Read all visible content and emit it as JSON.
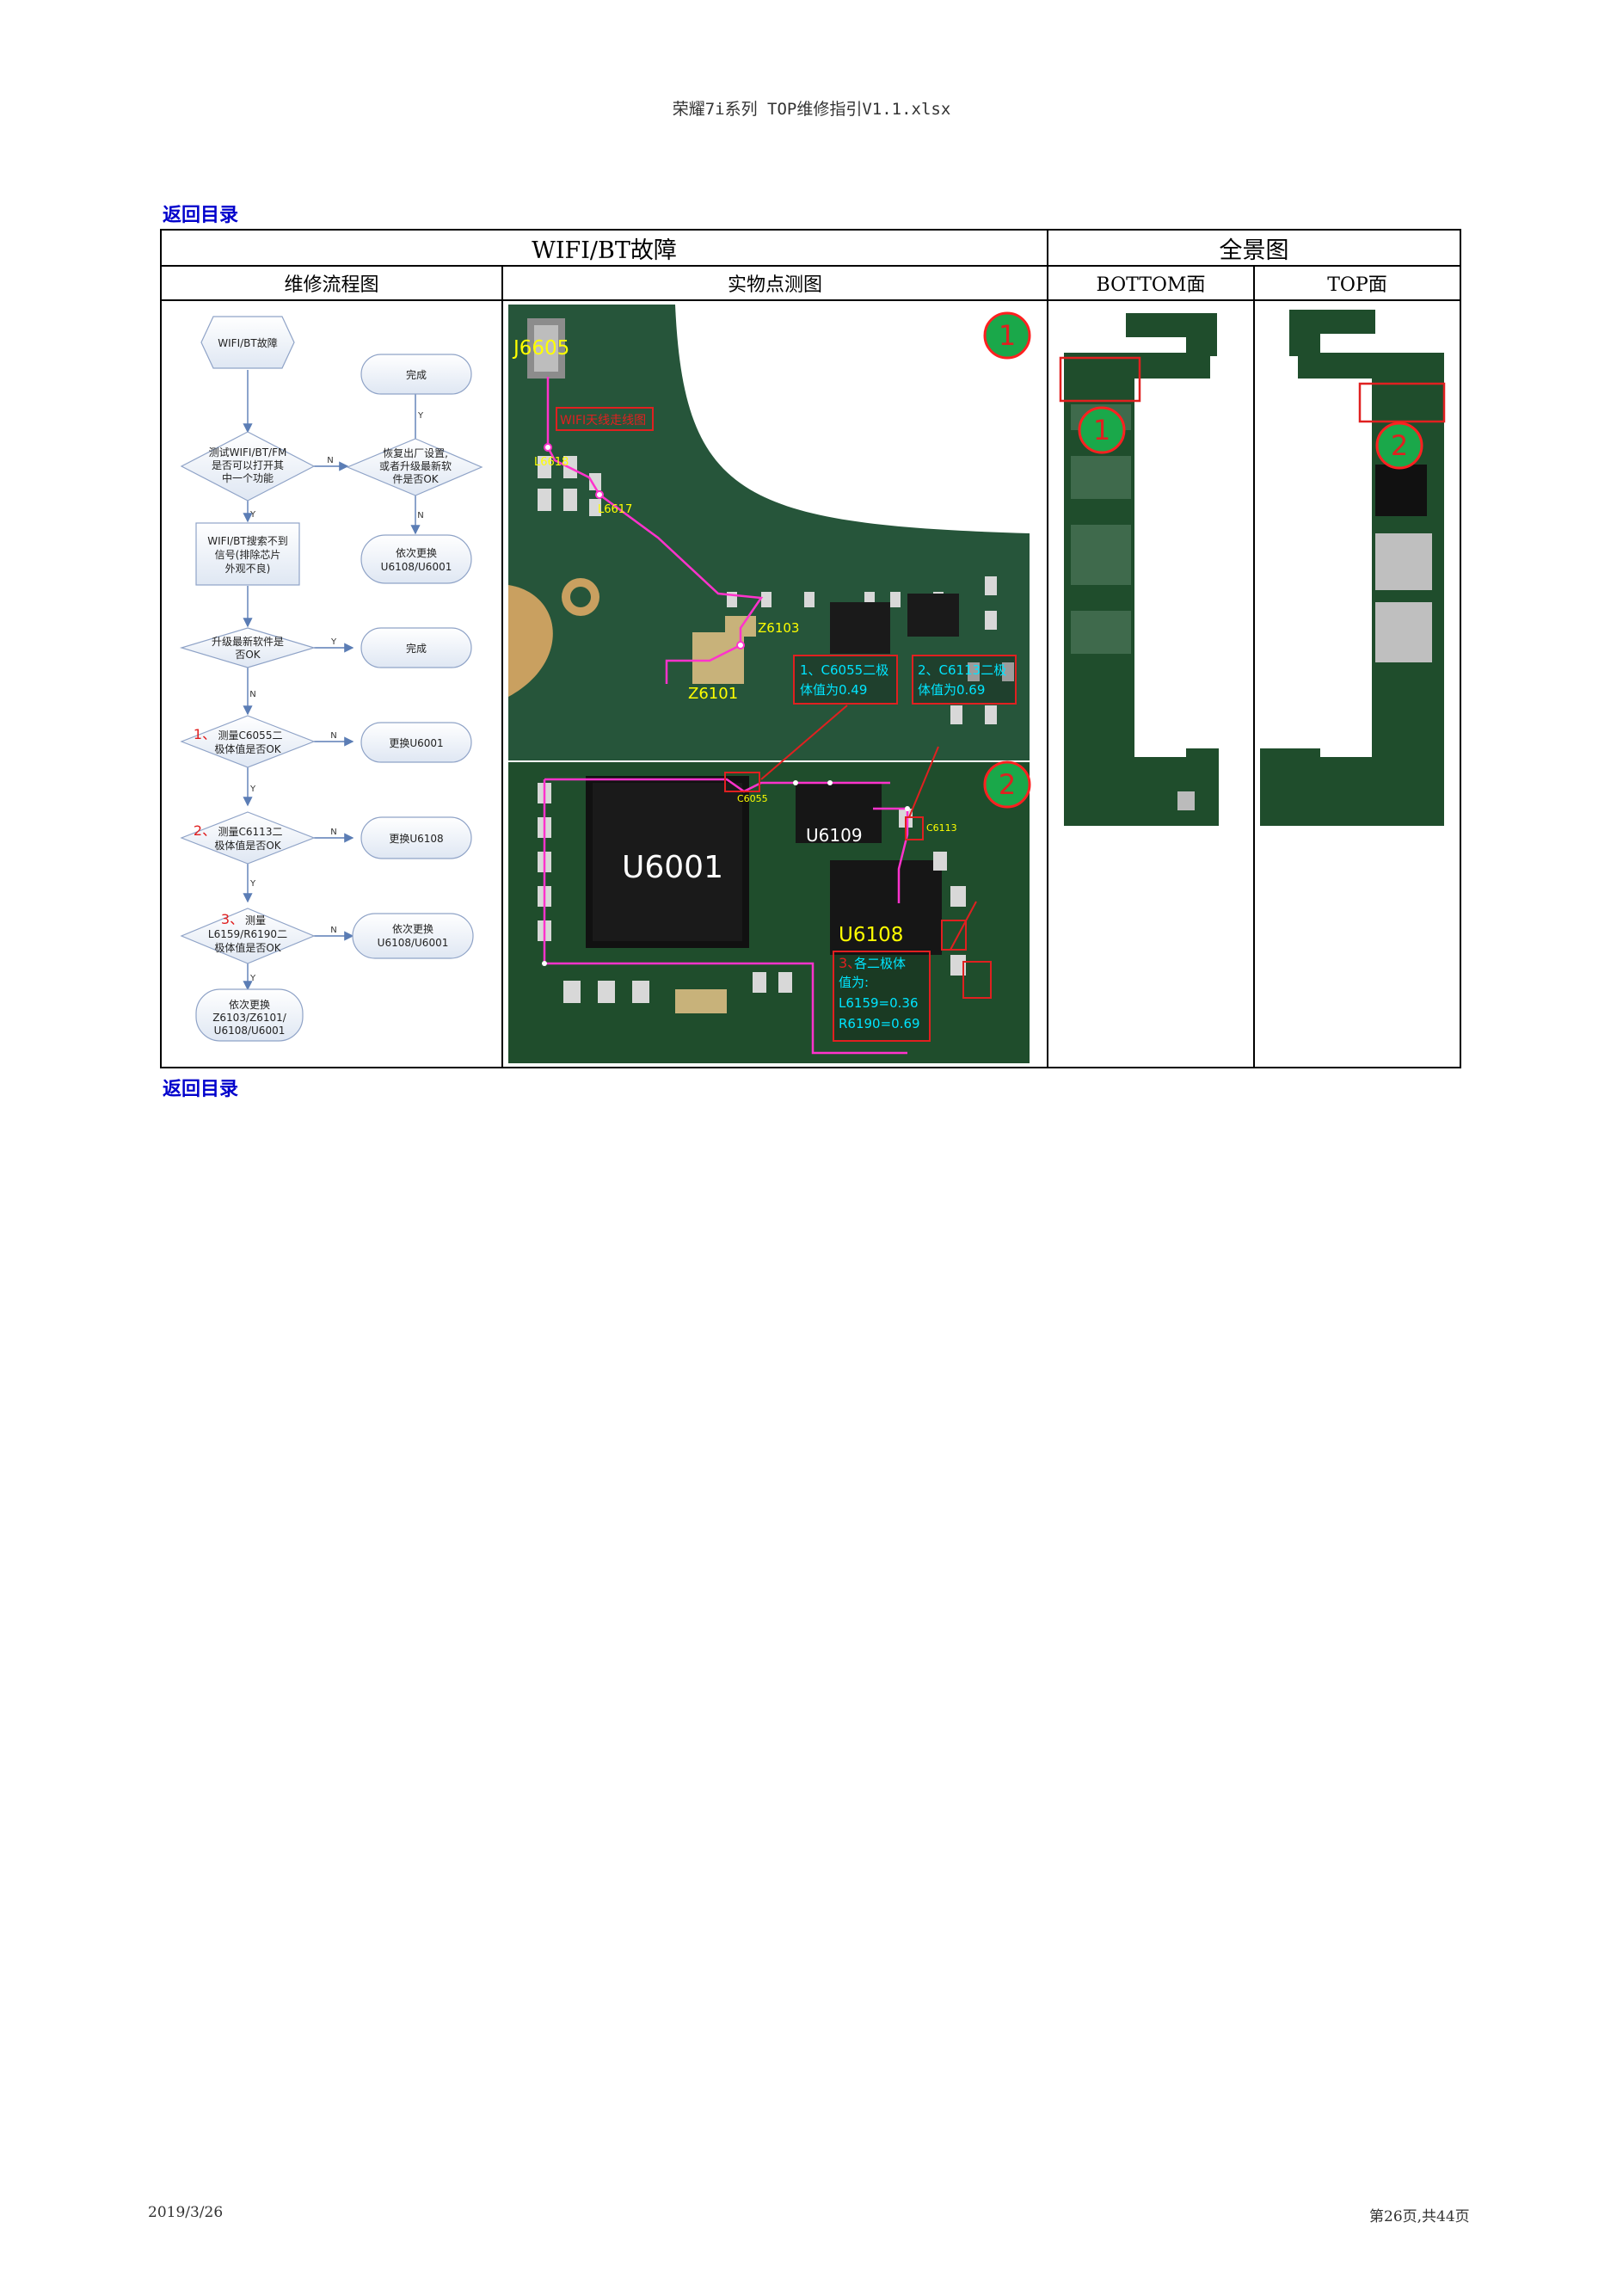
{
  "header": {
    "title": "荣耀7i系列 TOP维修指引V1.1.xlsx"
  },
  "nav": {
    "back_top": "返回目录",
    "back_bottom": "返回目录"
  },
  "table": {
    "title_left": "WIFI/BT故障",
    "title_right": "全景图",
    "col_flow": "维修流程图",
    "col_photo": "实物点测图",
    "col_bottom": "BOTTOM面",
    "col_top": "TOP面"
  },
  "flow": {
    "start": "WIFI/BT故障",
    "test_line1": "测试WIFI/BT/FM",
    "test_line2": "是否可以打开其",
    "test_line3": "中一个功能",
    "restore_line1": "恢复出厂设置,",
    "restore_line2": "或者升级最新软",
    "restore_line3": "件是否OK",
    "done1": "完成",
    "replace_a_line1": "依次更换",
    "replace_a_line2": "U6108/U6001",
    "search_line1": "WIFI/BT搜索不到",
    "search_line2": "信号(排除芯片",
    "search_line3": "外观不良)",
    "upgrade_line1": "升级最新软件是",
    "upgrade_line2": "否OK",
    "done2": "完成",
    "step1_num": "1、",
    "step1_line1": "测量C6055二",
    "step1_line2": "极体值是否OK",
    "replace_u6001": "更换U6001",
    "step2_num": "2、",
    "step2_line1": "测量C6113二",
    "step2_line2": "极体值是否OK",
    "replace_u6108": "更换U6108",
    "step3_num": "3、",
    "step3_word": "测量",
    "step3_line1": "L6159/R6190二",
    "step3_line2": "极体值是否OK",
    "replace_b_line1": "依次更换",
    "replace_b_line2": "U6108/U6001",
    "final_line1": "依次更换",
    "final_line2": "Z6103/Z6101/",
    "final_line3": "U6108/U6001",
    "y": "Y",
    "n": "N"
  },
  "photo": {
    "marker1": "1",
    "marker2": "2",
    "j6605": "J6605",
    "antenna": "WIFI天线走线图",
    "l6618": "L6618",
    "l6617": "L6617",
    "z6103": "Z6103",
    "z6101": "Z6101",
    "note1_line1": "1、C6055二极",
    "note1_line2": "体值为0.49",
    "note2_line1": "2、C6113二极",
    "note2_line2": "体值为0.69",
    "c6055": "C6055",
    "u6001": "U6001",
    "u6109": "U6109",
    "c6113": "C6113",
    "u6108": "U6108",
    "note3_num": "3、",
    "note3_line1": "各二极体",
    "note3_line2": "值为:",
    "note3_line3": "L6159=0.36",
    "note3_line4": "R6190=0.69"
  },
  "panorama": {
    "marker1": "1",
    "marker2": "2"
  },
  "footer": {
    "date": "2019/3/26",
    "page": "第26页,共44页"
  },
  "colors": {
    "board": "#1f4d2c",
    "trace": "#ff33cc",
    "label": "#ffff00",
    "note": "#00e5ff",
    "marker_fill": "#1aa84a",
    "marker_ring": "#ff2020",
    "link": "#0000cc"
  }
}
